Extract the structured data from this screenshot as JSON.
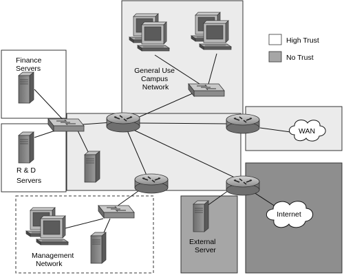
{
  "legend": {
    "high_trust": "High Trust",
    "no_trust": "No Trust"
  },
  "zones": {
    "finance": [
      "Finance",
      "Servers"
    ],
    "rnd": [
      "R & D",
      "Servers"
    ],
    "campus": [
      "General Use",
      "Campus",
      "Network"
    ],
    "management": [
      "Management",
      "Network"
    ],
    "external": [
      "External",
      "Server"
    ]
  },
  "clouds": {
    "wan": "WAN",
    "internet": "Internet"
  },
  "colors": {
    "high_trust": "#ffffff",
    "no_trust": "#a6a6a6",
    "campus_fill": "#ebebeb",
    "core_fill": "#ebebeb",
    "wan_fill": "#ebebeb",
    "external_fill": "#a6a6a6",
    "internet_fill": "#8e8e8e"
  }
}
